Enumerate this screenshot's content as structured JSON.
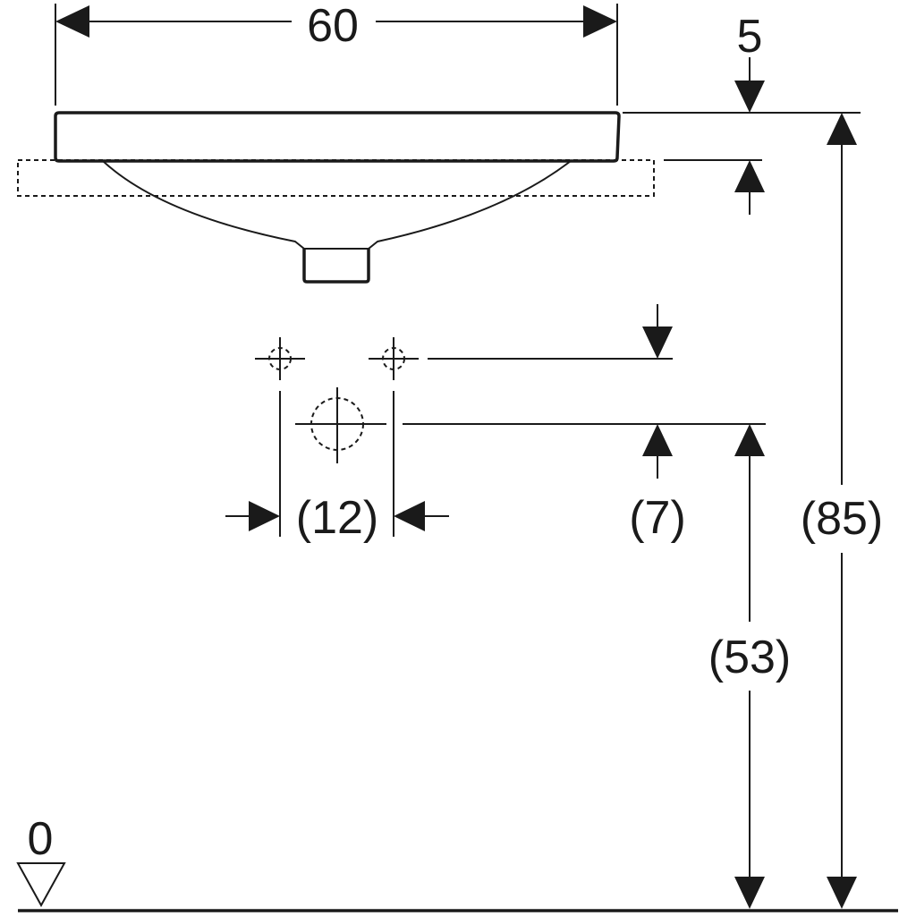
{
  "dimensions": {
    "width": "60",
    "rim_thickness": "5",
    "tap_hole_spacing": "(12)",
    "tap_hole_offset": "(7)",
    "outlet_height": "(53)",
    "total_height": "(85)",
    "floor_level": "0"
  },
  "colors": {
    "line": "#1a1a1a",
    "background": "#ffffff"
  },
  "icons": {
    "floor_marker": "triangle-down-icon"
  }
}
